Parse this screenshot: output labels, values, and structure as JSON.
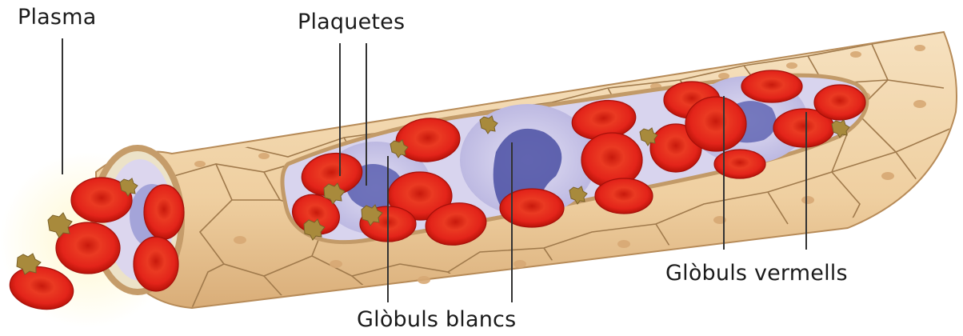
{
  "labels": {
    "plasma": "Plasma",
    "plaquetes": "Plaquetes",
    "globuls_blancs": "Glòbuls blancs",
    "globuls_vermells": "Glòbuls vermells"
  },
  "colors": {
    "vessel_wall": "#efcfa0",
    "cell_outline": "#9e7a50",
    "lumen": "#d6d2ec",
    "red_cell": "#e02414",
    "red_cell_center": "#b51208",
    "white_cell": "#c9c6e8",
    "white_nucleus": "#4a4fa3",
    "platelet": "#a88a3c",
    "leader_line": "#333333"
  }
}
